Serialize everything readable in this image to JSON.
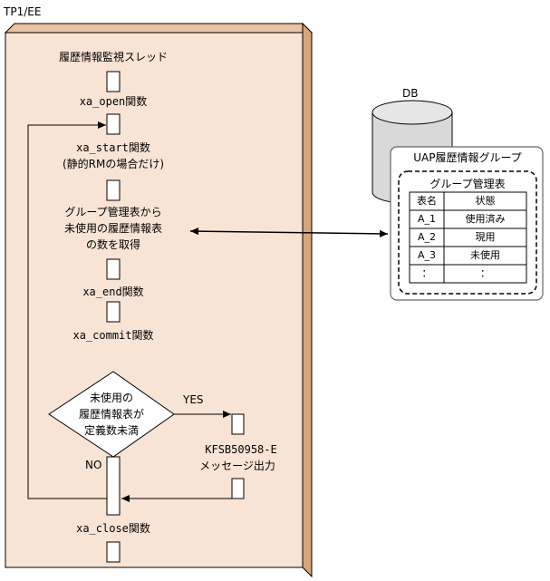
{
  "frame_label": "TP1/EE",
  "thread_title": "履歴情報監視スレッド",
  "steps": {
    "open": "xa_open関数",
    "start_line1": "xa_start関数",
    "start_line2": "(静的RMの場合だけ)",
    "get_line1": "グループ管理表から",
    "get_line2": "未使用の履歴情報表",
    "get_line3": "の数を取得",
    "end": "xa_end関数",
    "commit": "xa_commit関数",
    "decision_line1": "未使用の",
    "decision_line2": "履歴情報表が",
    "decision_line3": "定義数未満",
    "yes": "YES",
    "no": "NO",
    "msg_code": "KFSB50958-E",
    "msg_text": "メッセージ出力",
    "close": "xa_close関数"
  },
  "db": {
    "label": "DB",
    "group_title": "UAP履歴情報グループ",
    "table_title": "グループ管理表",
    "headers": [
      "表名",
      "状態"
    ],
    "rows": [
      [
        "A_1",
        "使用済み"
      ],
      [
        "A_2",
        "現用"
      ],
      [
        "A_3",
        "未使用"
      ],
      [
        "：",
        "："
      ]
    ]
  },
  "colors": {
    "panel_fill": "#f8e4d4",
    "panel_side": "#d9a57a",
    "cylinder_fill": "#d9d9d9"
  }
}
